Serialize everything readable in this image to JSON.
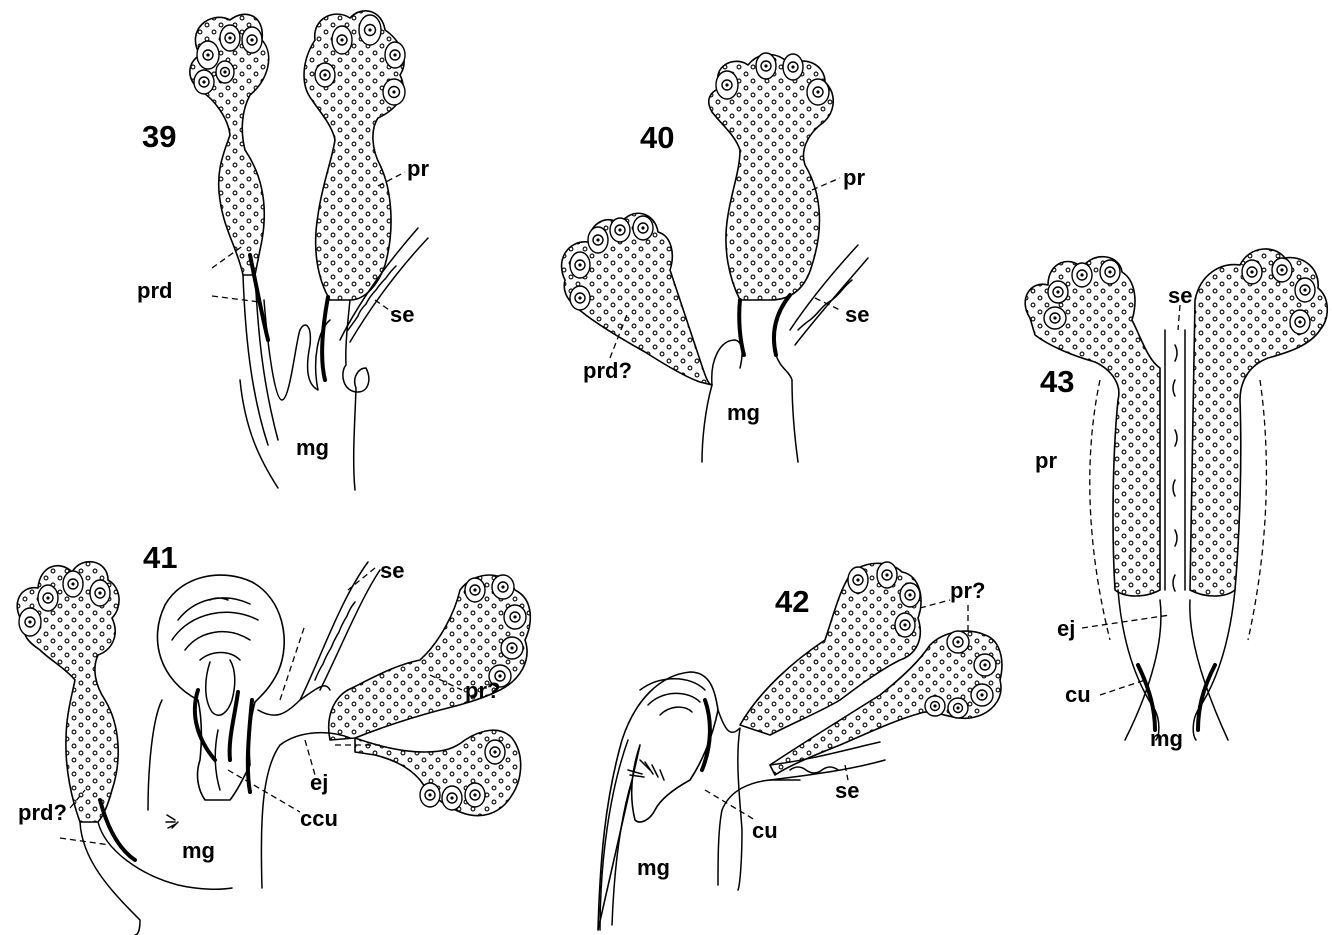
{
  "figures": [
    {
      "id": "fig39",
      "number": "39",
      "labels": {
        "pr": "pr",
        "prd": "prd",
        "se": "se",
        "mg": "mg"
      }
    },
    {
      "id": "fig40",
      "number": "40",
      "labels": {
        "pr": "pr",
        "prd": "prd?",
        "se": "se",
        "mg": "mg"
      }
    },
    {
      "id": "fig41",
      "number": "41",
      "labels": {
        "se": "se",
        "pr": "pr?",
        "prd": "prd?",
        "ej": "ej",
        "ccu": "ccu",
        "mg": "mg"
      }
    },
    {
      "id": "fig42",
      "number": "42",
      "labels": {
        "pr": "pr?",
        "se": "se",
        "cu": "cu",
        "mg": "mg"
      }
    },
    {
      "id": "fig43",
      "number": "43",
      "labels": {
        "se": "se",
        "pr": "pr",
        "ej": "ej",
        "cu": "cu",
        "mg": "mg"
      }
    }
  ]
}
